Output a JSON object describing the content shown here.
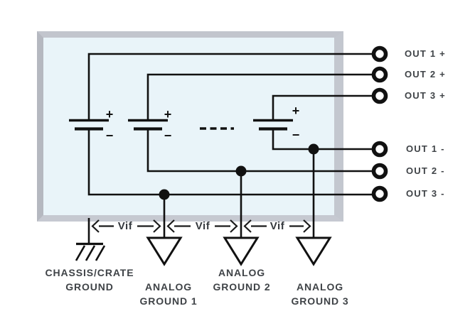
{
  "colors": {
    "wire": "#111111",
    "text": "#3f4347",
    "enclosure_fill": "#e9f4f9",
    "enclosure_border": "#bcc0c8",
    "terminal_ring": "#111111",
    "background": "#ffffff"
  },
  "outputs_pos": [
    {
      "label": "OUT 1 +"
    },
    {
      "label": "OUT 2 +"
    },
    {
      "label": "OUT 3 +"
    }
  ],
  "outputs_neg": [
    {
      "label": "OUT 1 -"
    },
    {
      "label": "OUT 2 -"
    },
    {
      "label": "OUT 3 -"
    }
  ],
  "batteries": [
    {
      "plus": "+",
      "minus": "−"
    },
    {
      "plus": "+",
      "minus": "−"
    },
    {
      "plus": "+",
      "minus": "−"
    }
  ],
  "vif_labels": [
    {
      "label": "Vif"
    },
    {
      "label": "Vif"
    },
    {
      "label": "Vif"
    }
  ],
  "grounds": {
    "chassis": {
      "line1": "CHASSIS/CRATE",
      "line2": "GROUND"
    },
    "analog": [
      {
        "line1": "ANALOG",
        "line2": "GROUND 1"
      },
      {
        "line1": "ANALOG",
        "line2": "GROUND 2"
      },
      {
        "line1": "ANALOG",
        "line2": "GROUND 3"
      }
    ]
  }
}
